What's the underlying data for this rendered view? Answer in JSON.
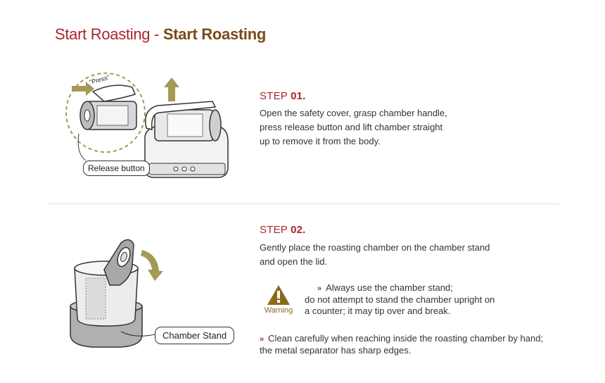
{
  "title": {
    "part1": "Start Roasting",
    "separator": " - ",
    "part2": "Start Roasting"
  },
  "step1": {
    "label": "STEP",
    "number": "01.",
    "lines": [
      "Open the safety cover, grasp chamber handle,",
      "press release button and lift chamber straight",
      "up to remove it from the body."
    ],
    "callout": "Release button",
    "press_label": "\"Press\""
  },
  "step2": {
    "label": "STEP",
    "number": "02.",
    "lines": [
      "Gently place the roasting chamber on the chamber stand",
      "and open the lid."
    ],
    "callout": "Chamber Stand",
    "warning": {
      "label": "Warning",
      "lines": [
        "Always use the chamber stand;",
        "do not attempt to stand the chamber upright on",
        "a counter; it may tip over and break."
      ]
    },
    "note_lines": [
      "Clean carefully when reaching inside the roasting chamber by hand;",
      "the metal separator has sharp edges."
    ]
  },
  "colors": {
    "accent_red": "#a8262d",
    "accent_brown": "#7a4a1a",
    "arrow_olive": "#a39a55"
  }
}
